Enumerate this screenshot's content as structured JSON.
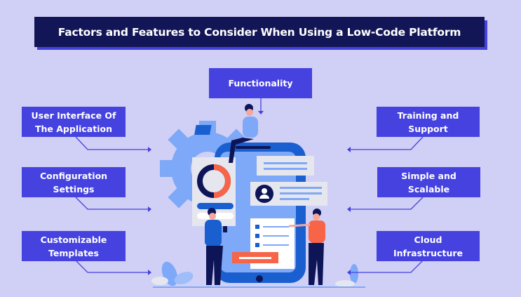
{
  "title": "Factors and Features to Consider When Using a Low-Code Platform",
  "colors": {
    "background": "#d0cff5",
    "title_bg": "#131656",
    "title_shadow": "#4542e0",
    "box_bg": "#4542e0",
    "box_text": "#ffffff",
    "arrow": "#4542e0",
    "phone_blue": "#1a5fd0",
    "light_blue": "#7ea8f8",
    "accent_orange": "#f76448",
    "navy": "#0e1557"
  },
  "top_factor": {
    "label": "Functionality"
  },
  "left_factors": [
    {
      "label": "User Interface Of The Application"
    },
    {
      "label": "Configuration Settings"
    },
    {
      "label": "Customizable Templates"
    }
  ],
  "right_factors": [
    {
      "label": "Training and Support"
    },
    {
      "label": "Simple and Scalable"
    },
    {
      "label": "Cloud Infrastructure"
    }
  ],
  "illustration": {
    "elements": [
      "gear-icon",
      "smartphone",
      "donut-chart-card",
      "profile-card",
      "checklist-card",
      "person-with-laptop",
      "person-with-phone",
      "person-pointing",
      "plant-left",
      "plant-right"
    ]
  }
}
